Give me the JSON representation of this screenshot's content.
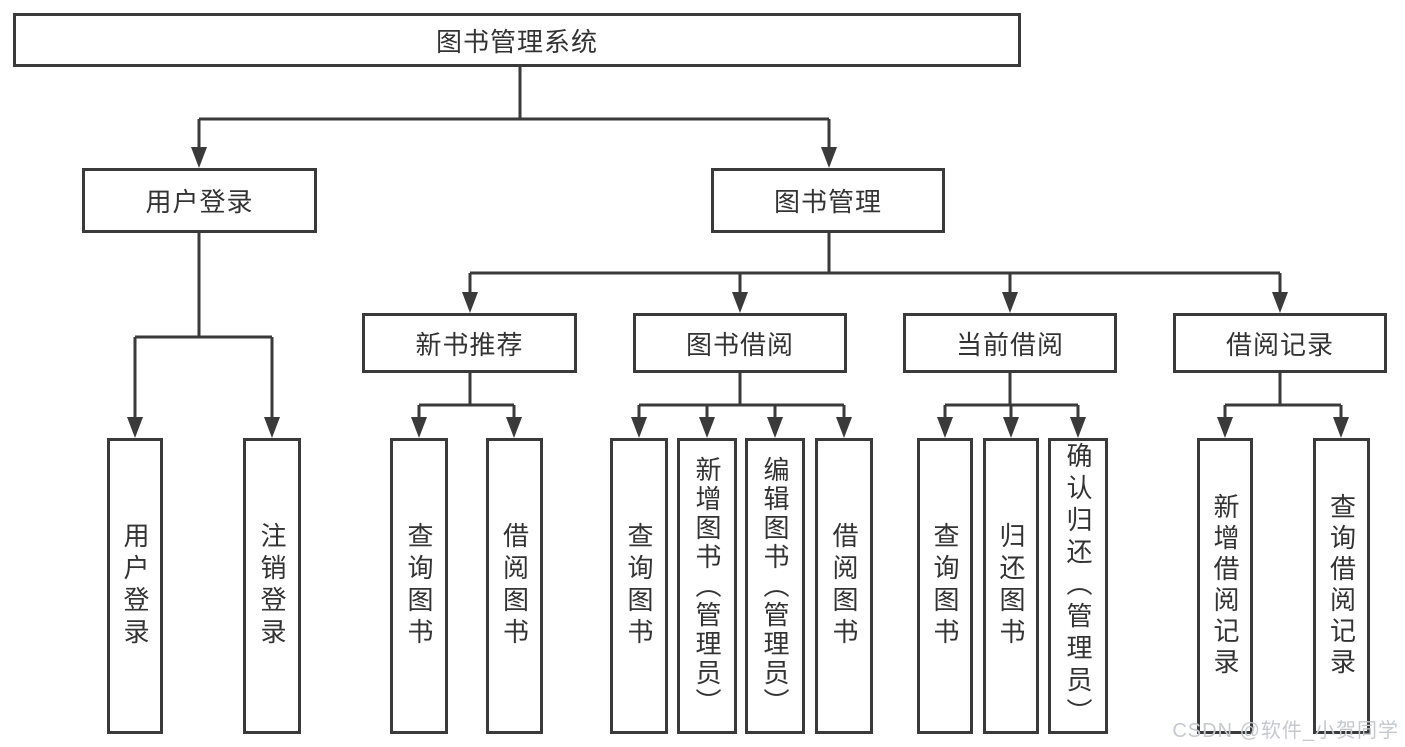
{
  "colors": {
    "line": "#3a3a3a",
    "text": "#333333",
    "watermark": "#c5c9d0",
    "background": "#ffffff"
  },
  "tree": {
    "root": {
      "label": "图书管理系统"
    },
    "level2": [
      {
        "label": "用户登录"
      },
      {
        "label": "图书管理"
      }
    ],
    "level3": [
      {
        "label": "新书推荐"
      },
      {
        "label": "图书借阅"
      },
      {
        "label": "当前借阅"
      },
      {
        "label": "借阅记录"
      }
    ],
    "leaves": [
      {
        "label": "用户登录"
      },
      {
        "label": "注销登录"
      },
      {
        "label": "查询图书"
      },
      {
        "label": "借阅图书"
      },
      {
        "label": "查询图书"
      },
      {
        "label": "新增图书（管理员）"
      },
      {
        "label": "编辑图书（管理员）"
      },
      {
        "label": "借阅图书"
      },
      {
        "label": "查询图书"
      },
      {
        "label": "归还图书"
      },
      {
        "label": "确认归还（管理员）"
      },
      {
        "label": "新增借阅记录"
      },
      {
        "label": "查询借阅记录"
      }
    ]
  },
  "watermark": {
    "text": "CSDN @软件_小贺同学"
  }
}
